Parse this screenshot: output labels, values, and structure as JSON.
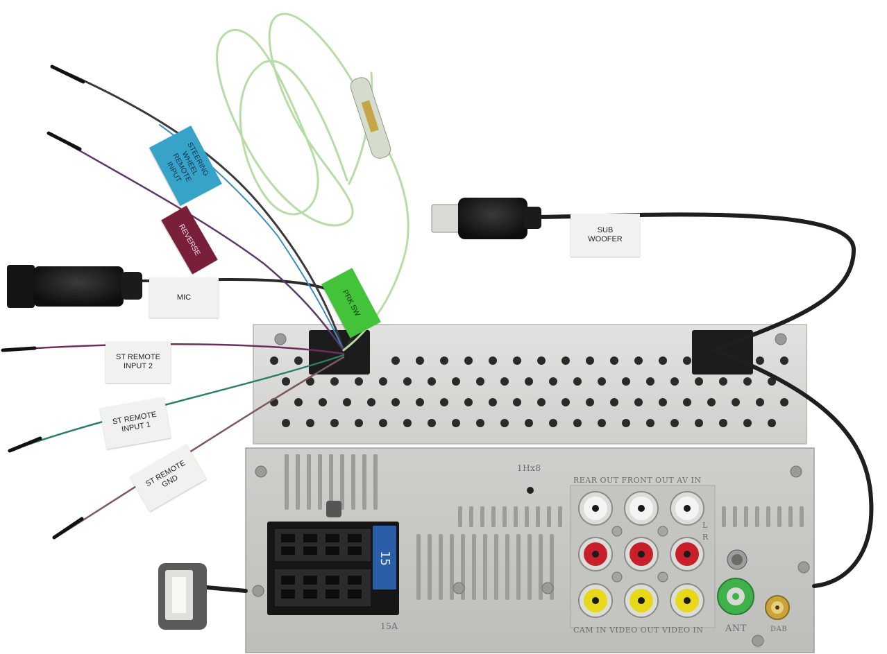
{
  "labels": {
    "steering": "STEERING\nWHEEL\nREMOTE\nINPUT",
    "reverse": "REVERSE",
    "mic": "MIC",
    "prk_sw": "PRK SW",
    "sub_woofer": "SUB\nWOOFER",
    "st_remote_input_2": "ST REMOTE\nINPUT 2",
    "st_remote_input_1": "ST REMOTE\nINPUT 1",
    "st_remote_gnd": "ST REMOTE\nGND"
  },
  "panel_text": {
    "model": "1Hx8",
    "rca_header": "REAR OUT  FRONT OUT  AV IN",
    "rca_footer": "CAM IN  VIDEO OUT  VIDEO IN",
    "lr_l": "L",
    "lr_r": "R",
    "fuse_value": "15",
    "fuse_rating": "15A",
    "ant": "ANT",
    "dab": "DAB"
  },
  "colors": {
    "chassis": "#d9d9d7",
    "panel": "#c9c9c6",
    "cable": "#1a1a1a",
    "steering_tag": "#38a3c9",
    "reverse_tag": "#7a1f3a",
    "prk_tag": "#42c33a",
    "rca_white": "#f4f4f4",
    "rca_red": "#c8202a",
    "rca_yellow": "#e8d81a",
    "ant_green": "#3fb04a",
    "dab_gold": "#c9a23a",
    "fuse_blue": "#2a5fa8"
  }
}
